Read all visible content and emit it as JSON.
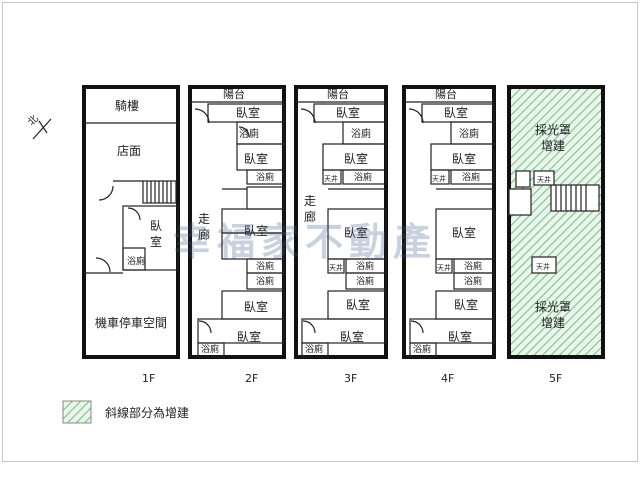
{
  "colors": {
    "hatch": "#7fc08a",
    "wall": "#111111",
    "watermark": "#3c5a8c"
  },
  "north_label": "北",
  "floors": {
    "f1": {
      "label": "1F",
      "rooms": {
        "arcade": "騎樓",
        "shop": "店面",
        "bedroom": "臥",
        "bedroom2": "室",
        "bath": "浴廁",
        "parking": "機車停車空間"
      }
    },
    "f2": {
      "label": "2F",
      "rooms": {
        "balcony": "陽台",
        "bedroom_a": "臥室",
        "bath_a": "浴廁",
        "bedroom_b": "臥室",
        "bath_b": "浴廁",
        "corridor_1": "走",
        "corridor_2": "廊",
        "bedroom_c": "臥室",
        "bath_c": "浴廁",
        "bath_d": "浴廁",
        "bedroom_d": "臥室",
        "bedroom_e": "臥室",
        "bath_e": "浴廁"
      }
    },
    "f3": {
      "label": "3F",
      "rooms": {
        "balcony": "陽台",
        "bedroom_a": "臥室",
        "bath_a": "浴廁",
        "bedroom_b": "臥室",
        "skylight": "天井",
        "bath_b": "浴廁",
        "corridor_1": "走",
        "corridor_2": "廊",
        "bedroom_c": "臥室",
        "skylight2": "天井",
        "bath_c": "浴廁",
        "bath_d": "浴廁",
        "bedroom_d": "臥室",
        "bedroom_e": "臥室",
        "bath_e": "浴廁"
      }
    },
    "f4": {
      "label": "4F",
      "rooms": {
        "balcony": "陽台",
        "bedroom_a": "臥室",
        "bath_a": "浴廁",
        "bedroom_b": "臥室",
        "skylight": "天井",
        "bath_b": "浴廁",
        "bedroom_c": "臥室",
        "skylight2": "天井",
        "bath_c": "浴廁",
        "bath_d": "浴廁",
        "bedroom_d": "臥室",
        "bedroom_e": "臥室",
        "bath_e": "浴廁"
      }
    },
    "f5": {
      "label": "5F",
      "rooms": {
        "addition_top_1": "採光罩",
        "addition_top_2": "增建",
        "skylight": "天井",
        "skylight2": "天井",
        "addition_bottom_1": "採光罩",
        "addition_bottom_2": "增建"
      }
    }
  },
  "legend": {
    "text": "斜線部分為增建"
  },
  "watermark": "幸福家不動產"
}
